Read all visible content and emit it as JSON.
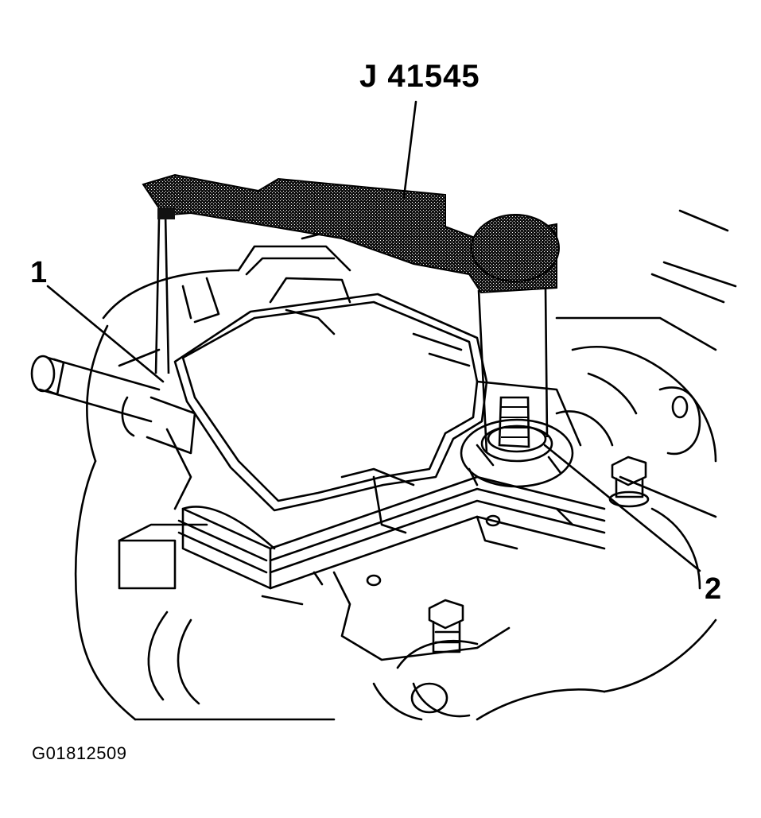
{
  "labels": {
    "tool": "J 41545",
    "callout_1": "1",
    "callout_2": "2",
    "figure_id": "G01812509"
  },
  "colors": {
    "ink": "#000000",
    "paper": "#ffffff",
    "tool_fill": "#1c1c1c"
  }
}
